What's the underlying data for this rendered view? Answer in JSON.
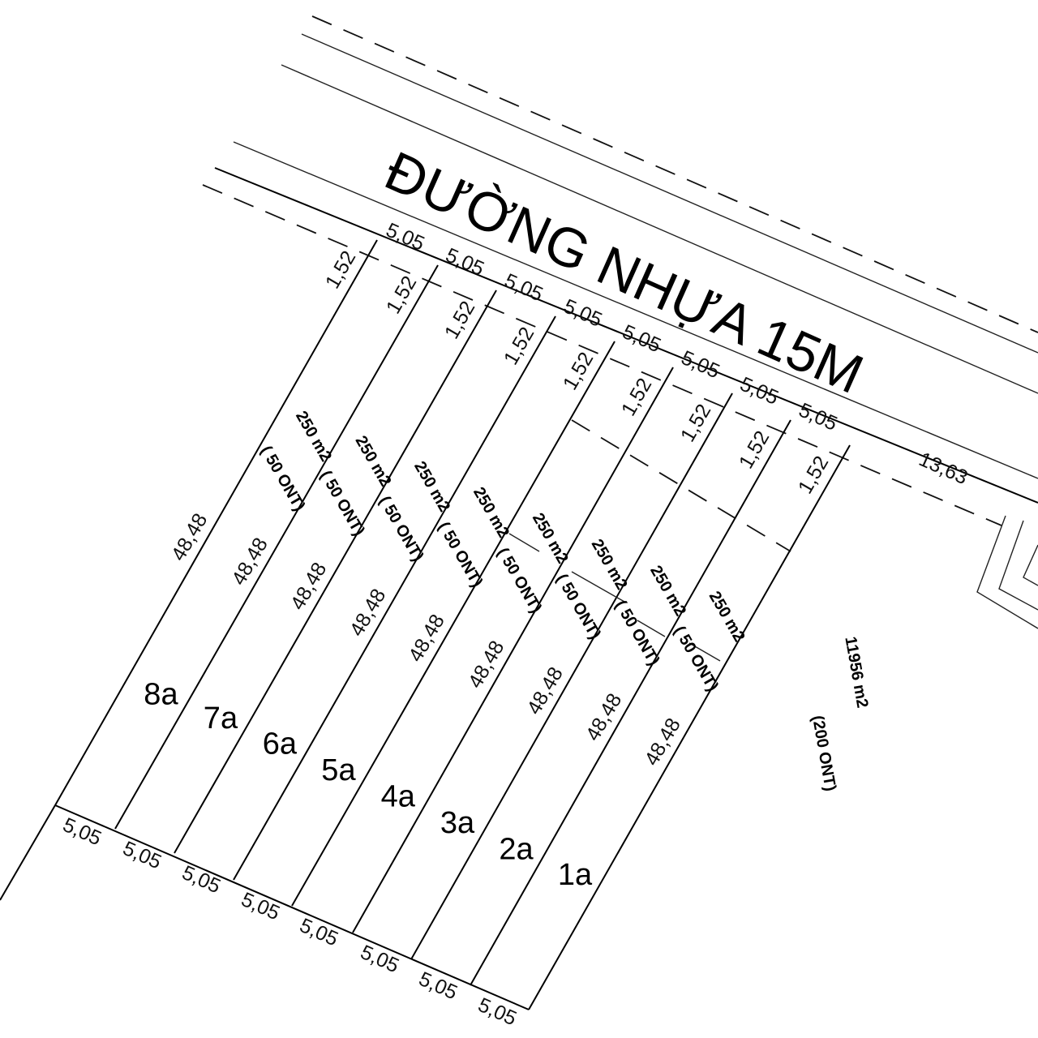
{
  "plan": {
    "road_title": "ĐƯỜNG NHỰA 15M",
    "top_frontage": "5,05",
    "setback": "1,52",
    "lot_depth": "48,48",
    "lot_area": "250 m2",
    "lot_area_note": "( 50 ONT)",
    "corner_frontage": "13,63",
    "big_area": "11956 m2",
    "big_area_note": "(200 ONT)",
    "bottom_frontage": "5,05",
    "lots": [
      {
        "id": "8a",
        "label": "8a"
      },
      {
        "id": "7a",
        "label": "7a"
      },
      {
        "id": "6a",
        "label": "6a"
      },
      {
        "id": "5a",
        "label": "5a"
      },
      {
        "id": "4a",
        "label": "4a"
      },
      {
        "id": "3a",
        "label": "3a"
      },
      {
        "id": "2a",
        "label": "2a"
      },
      {
        "id": "1a",
        "label": "1a"
      }
    ]
  }
}
